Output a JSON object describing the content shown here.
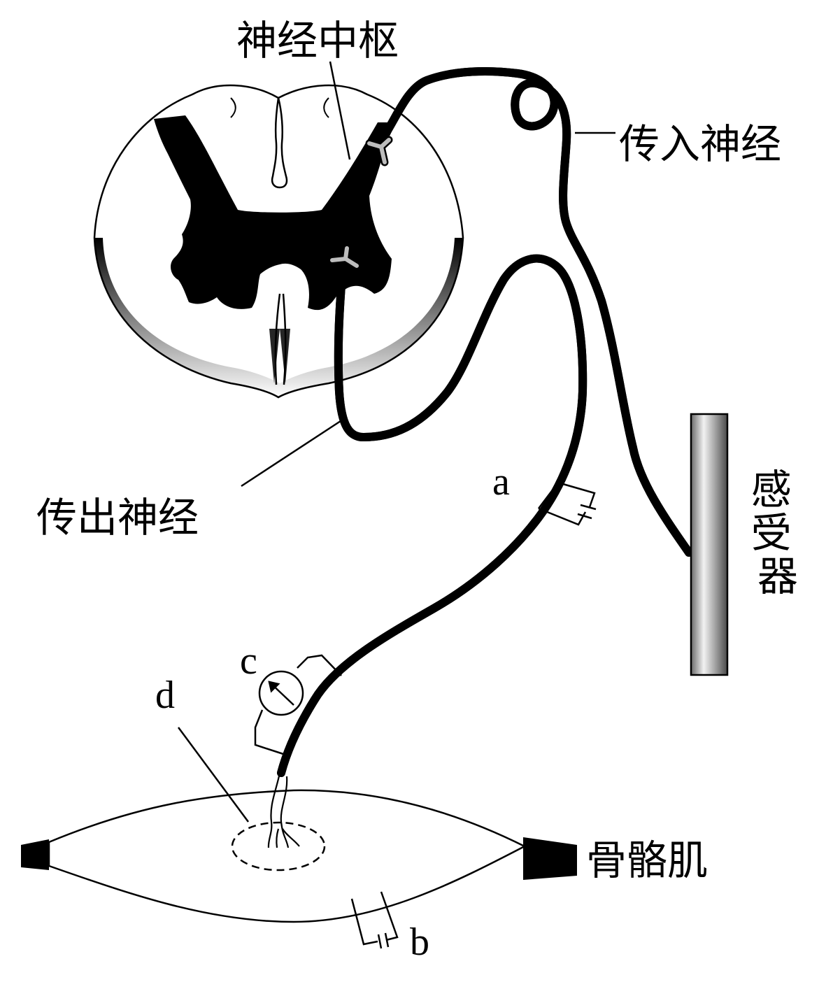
{
  "labels": {
    "center": "神经中枢",
    "afferent": "传入神经",
    "efferent": "传出神经",
    "receptor": "感受器",
    "muscle": "骨骼肌",
    "point_a": "a",
    "point_b": "b",
    "point_c": "c",
    "point_d": "d"
  },
  "colors": {
    "line": "#000000",
    "nerve_fiber": "#bdbdbd",
    "background": "#ffffff"
  }
}
